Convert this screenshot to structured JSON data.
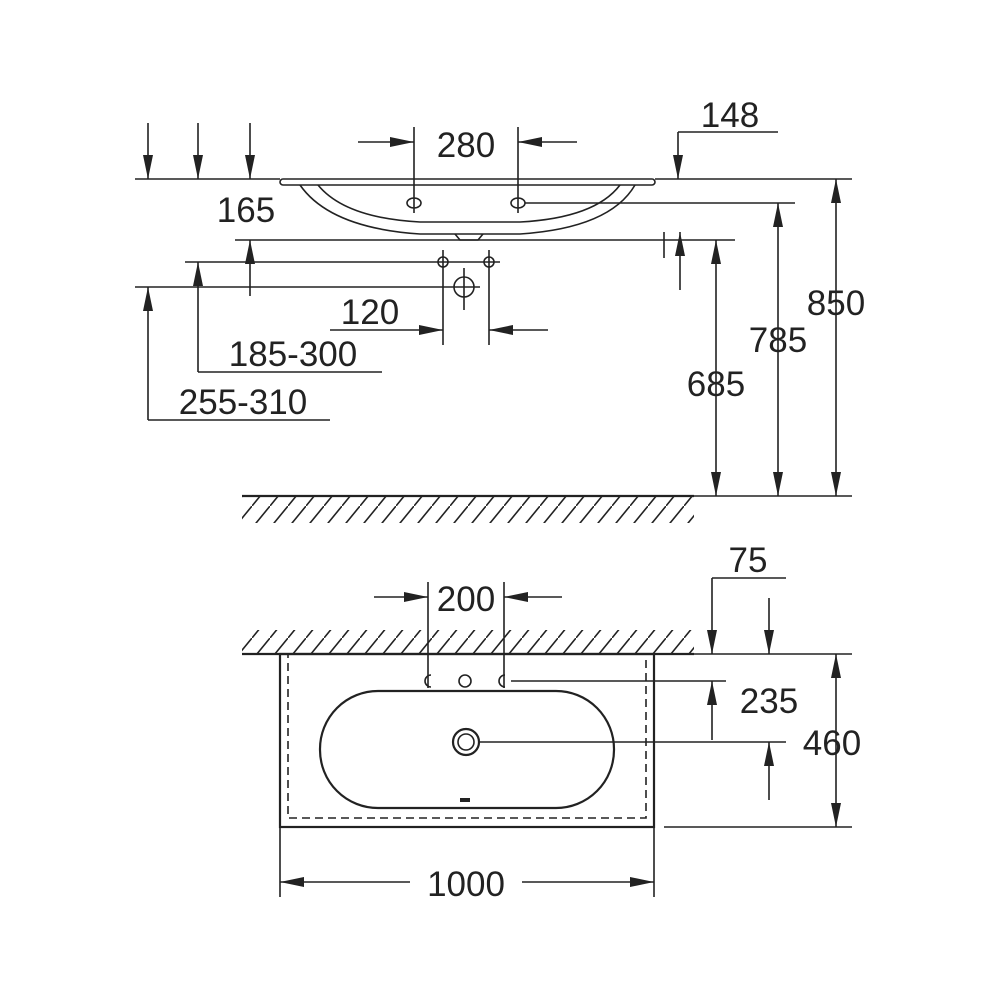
{
  "diagram": {
    "line_color": "#222222",
    "background": "#ffffff",
    "side_view": {
      "labels": {
        "tap_spacing": "280",
        "edge_offset": "148",
        "bowl_depth": "165",
        "waste_spacing": "120",
        "range_a": "185-300",
        "range_b": "255-310",
        "height_685": "685",
        "height_785": "785",
        "height_850": "850"
      }
    },
    "top_view": {
      "labels": {
        "tap_spacing": "200",
        "wall_offset": "75",
        "drain_offset": "235",
        "depth": "460",
        "width": "1000"
      }
    }
  }
}
